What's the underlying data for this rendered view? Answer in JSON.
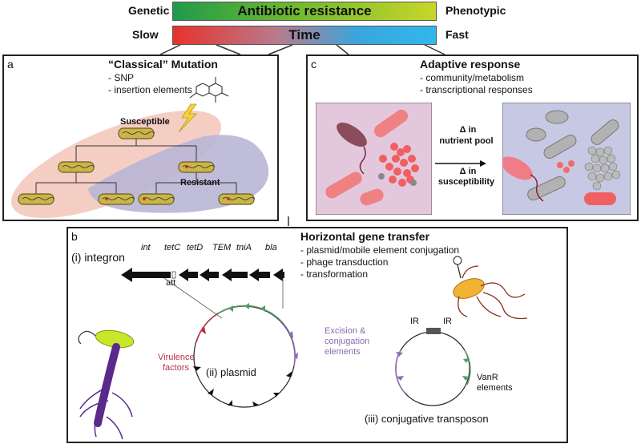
{
  "header": {
    "genetic_label": "Genetic",
    "bar1_title": "Antibiotic resistance",
    "phenotypic_label": "Phenotypic",
    "slow_label": "Slow",
    "bar2_title": "Time",
    "fast_label": "Fast"
  },
  "panel_a": {
    "letter": "a",
    "title": "“Classical” Mutation",
    "items": [
      "- SNP",
      "- insertion elements"
    ],
    "susceptible": "Susceptible",
    "resistant": "Resistant"
  },
  "panel_c": {
    "letter": "c",
    "title": "Adaptive response",
    "items": [
      "- community/metabolism",
      "- transcriptional responses"
    ],
    "arrow_top_1": "Δ in",
    "arrow_top_2": "nutrient pool",
    "arrow_bottom_1": "Δ in",
    "arrow_bottom_2": "susceptibility"
  },
  "panel_b": {
    "letter": "b",
    "title": "Horizontal gene transfer",
    "items": [
      "- plasmid/mobile element conjugation",
      "- phage transduction",
      "- transformation"
    ],
    "integron_label": "(i) integron",
    "att_label": "att",
    "genes": [
      "int",
      "tetC",
      "tetD",
      "TEM",
      "tniA",
      "bla"
    ],
    "plasmid_label": "(ii) plasmid",
    "virulence_1": "Virulence",
    "virulence_2": "factors",
    "excision_1": "Excision &",
    "excision_2": "conjugation",
    "excision_3": "elements",
    "ir_left": "IR",
    "ir_right": "IR",
    "vanr_1": "VanR",
    "vanr_2": "elements",
    "transposon_label": "(iii) conjugative transposon"
  },
  "colors": {
    "susceptible_blob": "#f3c9bd",
    "resistant_blob": "#b9b6d6",
    "bacterium_fill": "#c9b54a",
    "virulence": "#b6314b",
    "excision": "#8b6bb0",
    "vanr": "#5b8a4e",
    "plasmid_green": "#5a9a65"
  }
}
